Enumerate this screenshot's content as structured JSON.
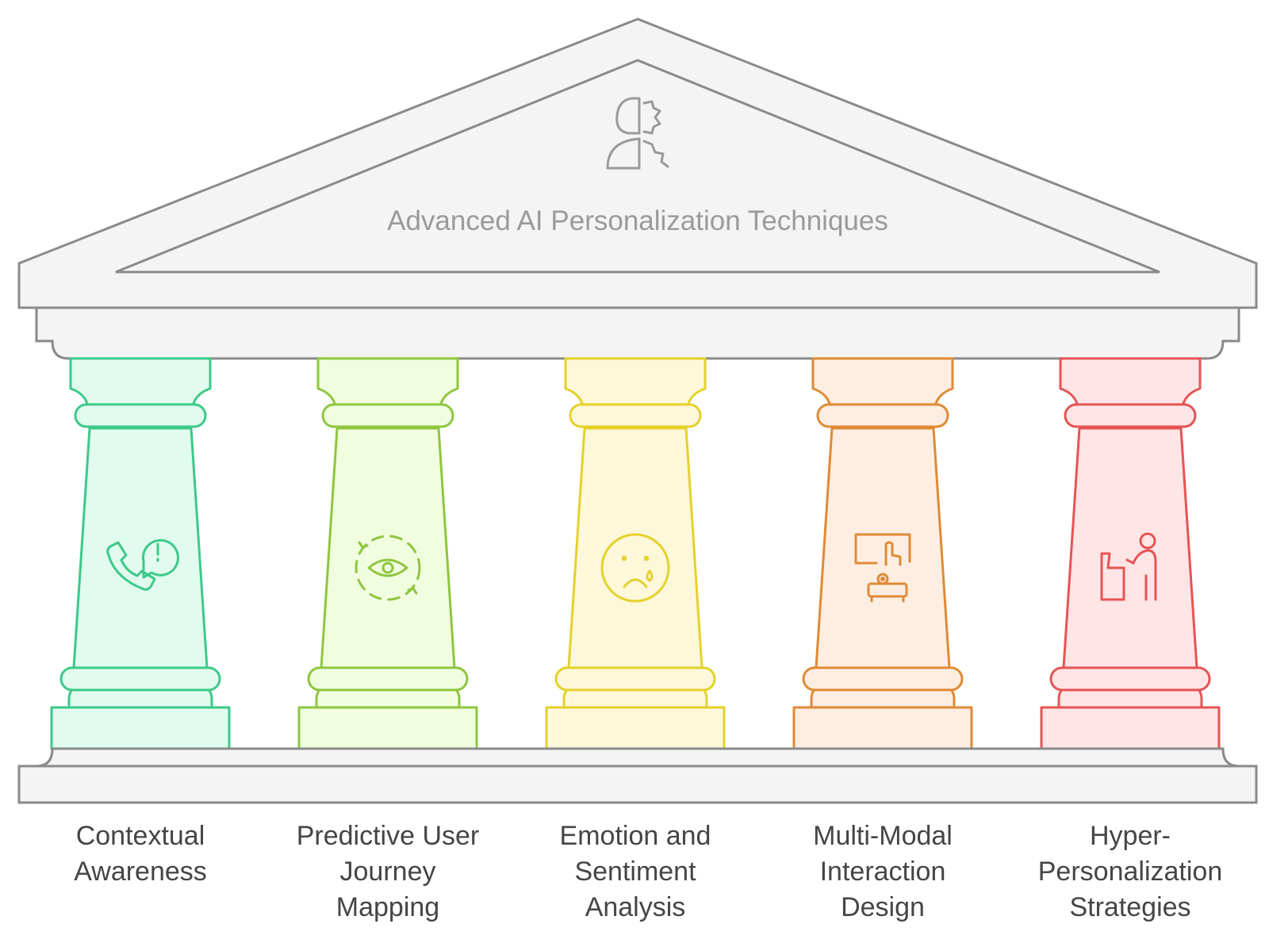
{
  "title": "Advanced AI Personalization Techniques",
  "roof_icon": "ai-head-gears-icon",
  "structure_color": "#8a8a8a",
  "structure_fill": "#f4f4f4",
  "pillars": [
    {
      "lines": [
        "Contextual",
        "Awareness"
      ],
      "icon": "phone-alert-icon",
      "stroke": "#3cc98a",
      "fill": "#e1fbef"
    },
    {
      "lines": [
        "Predictive User",
        "Journey",
        "Mapping"
      ],
      "icon": "eye-cycle-icon",
      "stroke": "#8ec63f",
      "fill": "#f1fddf"
    },
    {
      "lines": [
        "Emotion and",
        "Sentiment",
        "Analysis"
      ],
      "icon": "sad-face-icon",
      "stroke": "#e5d12b",
      "fill": "#fdf8da"
    },
    {
      "lines": [
        "Multi-Modal",
        "Interaction",
        "Design"
      ],
      "icon": "touch-screen-projector-icon",
      "stroke": "#e08a35",
      "fill": "#feeee2"
    },
    {
      "lines": [
        "Hyper-",
        "Personalization",
        "Strategies"
      ],
      "icon": "person-chair-icon",
      "stroke": "#e65454",
      "fill": "#ffe5e6"
    }
  ]
}
